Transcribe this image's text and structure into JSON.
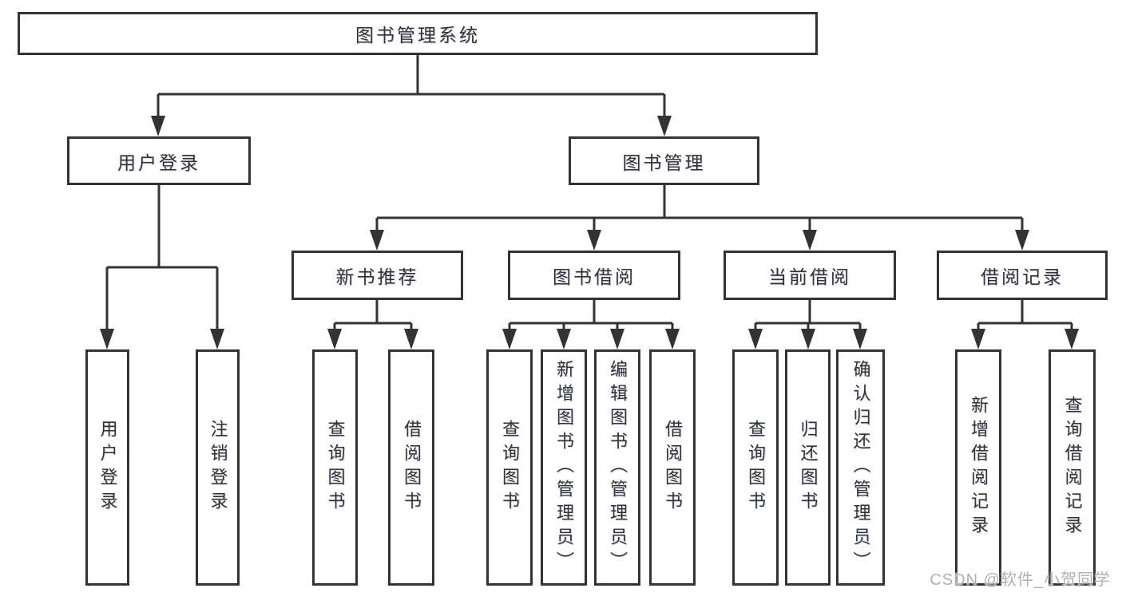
{
  "diagram": {
    "type": "hierarchy-tree",
    "tree": {
      "label": "图书管理系统",
      "children": [
        {
          "label": "用户登录",
          "children": [
            {
              "label": "用户登录"
            },
            {
              "label": "注销登录"
            }
          ]
        },
        {
          "label": "图书管理",
          "children": [
            {
              "label": "新书推荐",
              "children": [
                {
                  "label": "查询图书"
                },
                {
                  "label": "借阅图书"
                }
              ]
            },
            {
              "label": "图书借阅",
              "children": [
                {
                  "label": "查询图书"
                },
                {
                  "label": "新增图书（管理员）"
                },
                {
                  "label": "编辑图书（管理员）"
                },
                {
                  "label": "借阅图书"
                }
              ]
            },
            {
              "label": "当前借阅",
              "children": [
                {
                  "label": "查询图书"
                },
                {
                  "label": "归还图书"
                },
                {
                  "label": "确认归还（管理员）"
                }
              ]
            },
            {
              "label": "借阅记录",
              "children": [
                {
                  "label": "新增借阅记录"
                },
                {
                  "label": "查询借阅记录"
                }
              ]
            }
          ]
        }
      ]
    }
  },
  "watermark": "CSDN @软件_小贺同学",
  "colors": {
    "line": "#333333",
    "box_border": "#333333",
    "text": "#333333",
    "background": "#ffffff",
    "watermark": "#b0b0b0"
  }
}
